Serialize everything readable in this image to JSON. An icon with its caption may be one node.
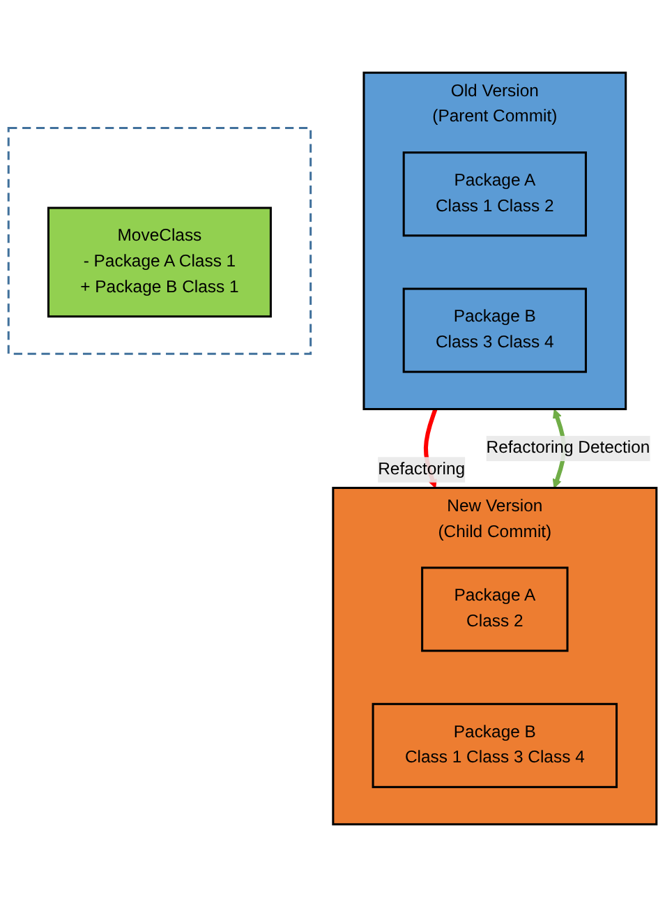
{
  "diagram": {
    "nodes": [
      {
        "text": [
          "Old Version",
          "(Parent Commit)"
        ]
      },
      {
        "text": [
          "Package A",
          "Class 1 Class 2"
        ],
        "in": 0
      },
      {
        "text": [
          "Package B",
          "Class 3 Class 4"
        ],
        "in": 0
      },
      {
        "text": [],
        "shape": "box"
      },
      {
        "text": [
          "MoveClass",
          "- Package A Class 1",
          "+ Package B Class 1"
        ],
        "in": 3
      },
      {
        "text": [
          "New Version",
          "(Child Commit)"
        ]
      },
      {
        "text": [
          "Package A",
          "Class 2"
        ],
        "in": 5
      },
      {
        "text": [
          "Package B",
          "Class 1 Class 3 Class 4"
        ],
        "in": 5
      }
    ],
    "edges": [
      {
        "from": 0,
        "to": 5,
        "arrow": "to",
        "label": "Refactoring",
        "color": "#ff0000"
      },
      {
        "from": 0,
        "to": 5,
        "arrow": "both",
        "label": "Refactoring Detection",
        "color": "#70ad47"
      }
    ]
  }
}
